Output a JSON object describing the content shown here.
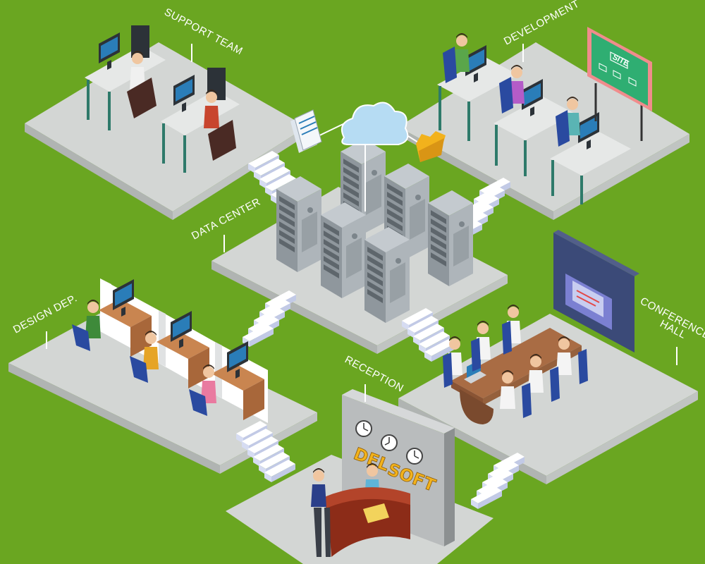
{
  "labels": {
    "support_team": "SUPPORT TEAM",
    "development": "DEVELOPMENT",
    "data_center": "DATA CENTER",
    "design_dep": "DESIGN DEP.",
    "conference_line1": "CONFERENCE",
    "conference_line2": "HALL",
    "reception": "RECEPTION"
  },
  "board_text": "SITE",
  "reception_sign": {
    "part1": "DEL",
    "part2": "SOFT"
  },
  "colors": {
    "background": "#6aa621",
    "floor": "#d3d6d4",
    "floor_side": "#b3b7b5",
    "server": "#9ea6ac",
    "desk_wood": "#b8703f",
    "reception_desk": "#a33a20",
    "sign_text": "#f2b21c",
    "board_green": "#2fae72",
    "board_frame": "#f08c8c",
    "screen_blue": "#2a7db8"
  },
  "icons": [
    "cloud-icon",
    "document-stack-icon",
    "folder-icon"
  ]
}
